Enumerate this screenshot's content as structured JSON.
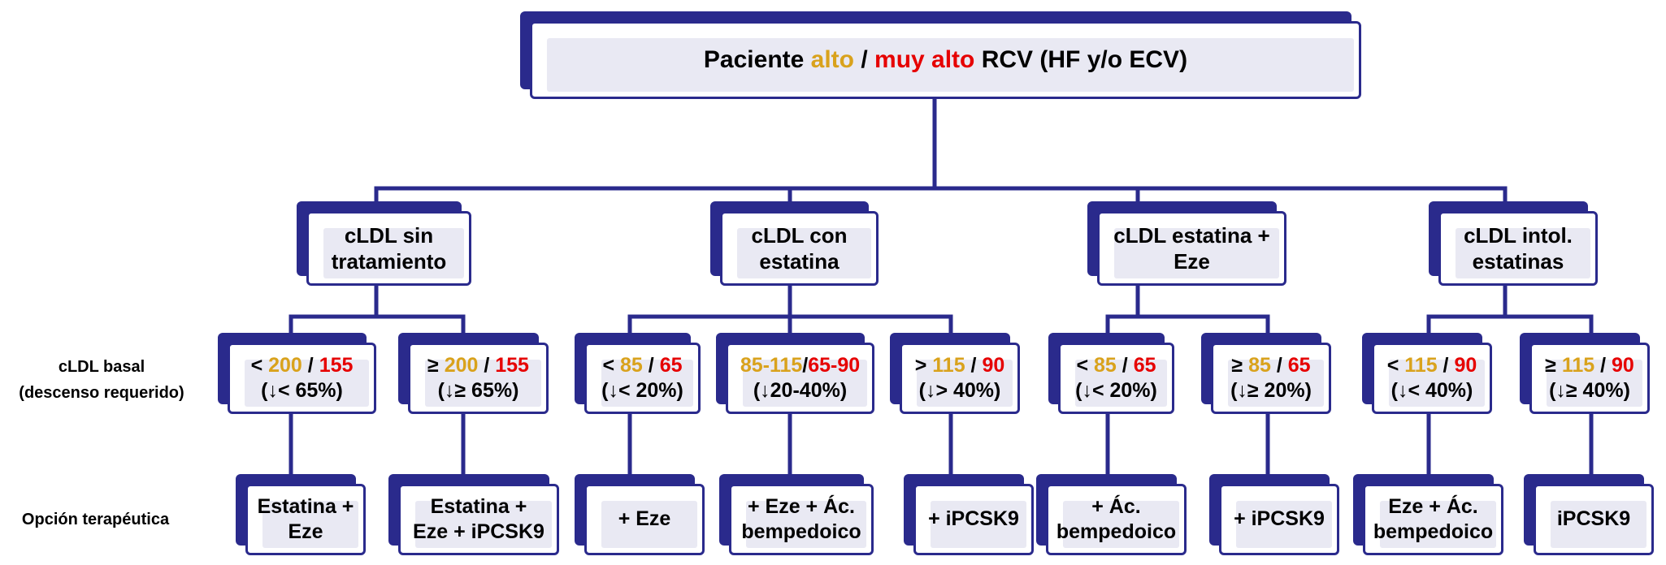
{
  "colors": {
    "line": "#2a2a8c",
    "orange": "#d9a21c",
    "red": "#e60000",
    "box_fill": "#e9e9f3"
  },
  "root": {
    "pre": "Paciente ",
    "alto": "alto",
    "sep": " / ",
    "muy_alto": "muy alto",
    "post": " RCV (HF y/o ECV)"
  },
  "categories": [
    {
      "line1": "cLDL sin",
      "line2": "tratamiento"
    },
    {
      "line1": "cLDL con",
      "line2": "estatina"
    },
    {
      "line1": "cLDL estatina +",
      "line2": "Eze"
    },
    {
      "line1": "cLDL intol.",
      "line2": "estatinas"
    }
  ],
  "side_labels": {
    "basal_line1": "cLDL basal",
    "basal_line2": "(descenso requerido)",
    "option": "Opción terapéutica"
  },
  "cutoffs": [
    {
      "prefix": "< ",
      "v1": "200",
      "sep": " / ",
      "v2": "155",
      "descent": "(↓< 65%)"
    },
    {
      "prefix": "≥ ",
      "v1": "200",
      "sep": " / ",
      "v2": "155",
      "descent": "(↓≥ 65%)"
    },
    {
      "prefix": "< ",
      "v1": "85",
      "sep": " / ",
      "v2": "65",
      "descent": "(↓< 20%)"
    },
    {
      "prefix": "",
      "v1": "85-115",
      "sep": "/",
      "v2": "65-90",
      "descent": "(↓20-40%)"
    },
    {
      "prefix": "> ",
      "v1": "115",
      "sep": " / ",
      "v2": "90",
      "descent": "(↓> 40%)"
    },
    {
      "prefix": "< ",
      "v1": "85",
      "sep": " / ",
      "v2": "65",
      "descent": "(↓< 20%)"
    },
    {
      "prefix": "≥ ",
      "v1": "85",
      "sep": " / ",
      "v2": "65",
      "descent": "(↓≥ 20%)"
    },
    {
      "prefix": "< ",
      "v1": "115",
      "sep": " / ",
      "v2": "90",
      "descent": "(↓< 40%)"
    },
    {
      "prefix": "≥ ",
      "v1": "115",
      "sep": " / ",
      "v2": "90",
      "descent": "(↓≥ 40%)"
    }
  ],
  "options": [
    {
      "line1": "Estatina +",
      "line2": "Eze"
    },
    {
      "line1": "Estatina +",
      "line2": "Eze + iPCSK9"
    },
    {
      "line1": "+ Eze",
      "line2": ""
    },
    {
      "line1": "+ Eze + Ác.",
      "line2": "bempedoico"
    },
    {
      "line1": "+ iPCSK9",
      "line2": ""
    },
    {
      "line1": "+ Ác.",
      "line2": "bempedoico"
    },
    {
      "line1": "+ iPCSK9",
      "line2": ""
    },
    {
      "line1": "Eze + Ác.",
      "line2": "bempedoico"
    },
    {
      "line1": "iPCSK9",
      "line2": ""
    }
  ]
}
